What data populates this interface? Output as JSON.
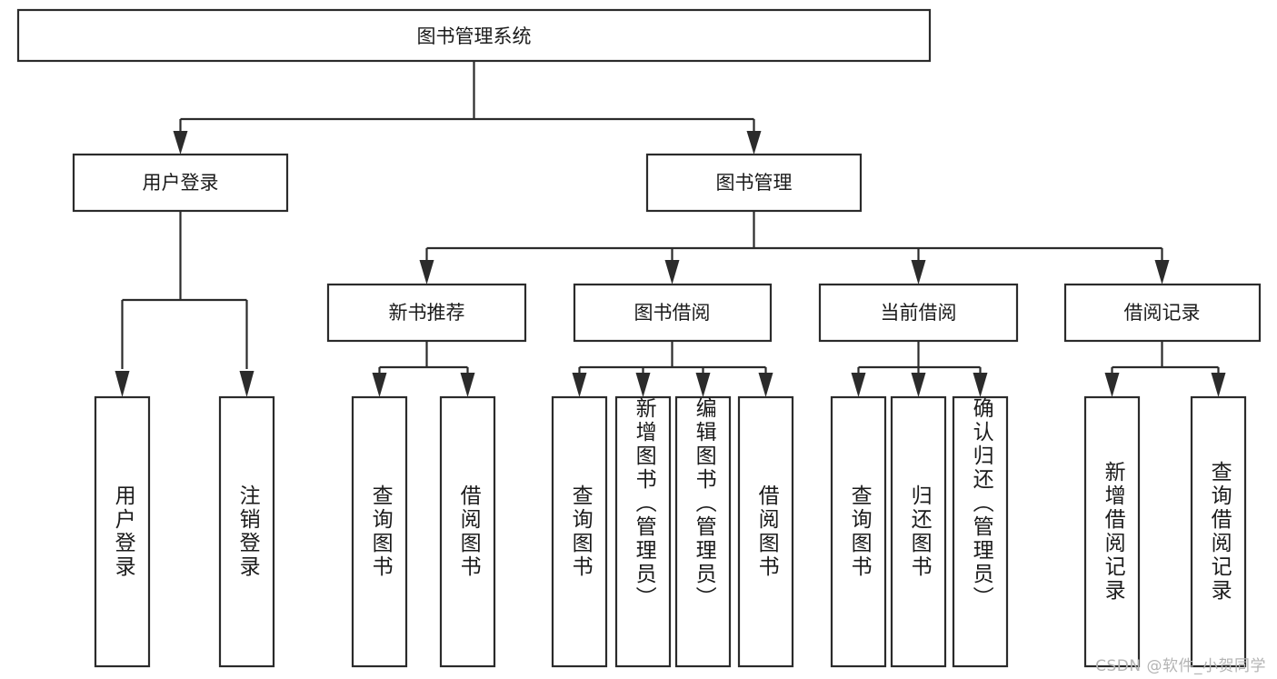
{
  "diagram": {
    "title": "图书管理系统",
    "type": "tree-hierarchy",
    "watermark": "CSDN @软件_小贺同学",
    "colors": {
      "stroke": "#2b2b2b",
      "fill": "#ffffff",
      "text": "#1b1b1b",
      "watermark": "#b4b4b4"
    },
    "root": {
      "label": "图书管理系统",
      "orientation": "horizontal"
    },
    "level2": [
      {
        "label": "用户登录",
        "orientation": "horizontal"
      },
      {
        "label": "图书管理",
        "orientation": "horizontal"
      }
    ],
    "level3": [
      {
        "label": "新书推荐",
        "orientation": "horizontal",
        "parent": "图书管理"
      },
      {
        "label": "图书借阅",
        "orientation": "horizontal",
        "parent": "图书管理"
      },
      {
        "label": "当前借阅",
        "orientation": "horizontal",
        "parent": "图书管理"
      },
      {
        "label": "借阅记录",
        "orientation": "horizontal",
        "parent": "图书管理"
      }
    ],
    "leaves": [
      {
        "label": "用户登录",
        "orientation": "vertical",
        "parent": "用户登录"
      },
      {
        "label": "注销登录",
        "orientation": "vertical",
        "parent": "用户登录"
      },
      {
        "label": "查询图书",
        "orientation": "vertical",
        "parent": "新书推荐"
      },
      {
        "label": "借阅图书",
        "orientation": "vertical",
        "parent": "新书推荐"
      },
      {
        "label": "查询图书",
        "orientation": "vertical",
        "parent": "图书借阅"
      },
      {
        "label": "新增图书（管理员）",
        "orientation": "vertical",
        "parent": "图书借阅"
      },
      {
        "label": "编辑图书（管理员）",
        "orientation": "vertical",
        "parent": "图书借阅"
      },
      {
        "label": "借阅图书",
        "orientation": "vertical",
        "parent": "图书借阅"
      },
      {
        "label": "查询图书",
        "orientation": "vertical",
        "parent": "当前借阅"
      },
      {
        "label": "归还图书",
        "orientation": "vertical",
        "parent": "当前借阅"
      },
      {
        "label": "确认归还（管理员）",
        "orientation": "vertical",
        "parent": "当前借阅"
      },
      {
        "label": "新增借阅记录",
        "orientation": "vertical",
        "parent": "借阅记录"
      },
      {
        "label": "查询借阅记录",
        "orientation": "vertical",
        "parent": "借阅记录"
      }
    ]
  }
}
